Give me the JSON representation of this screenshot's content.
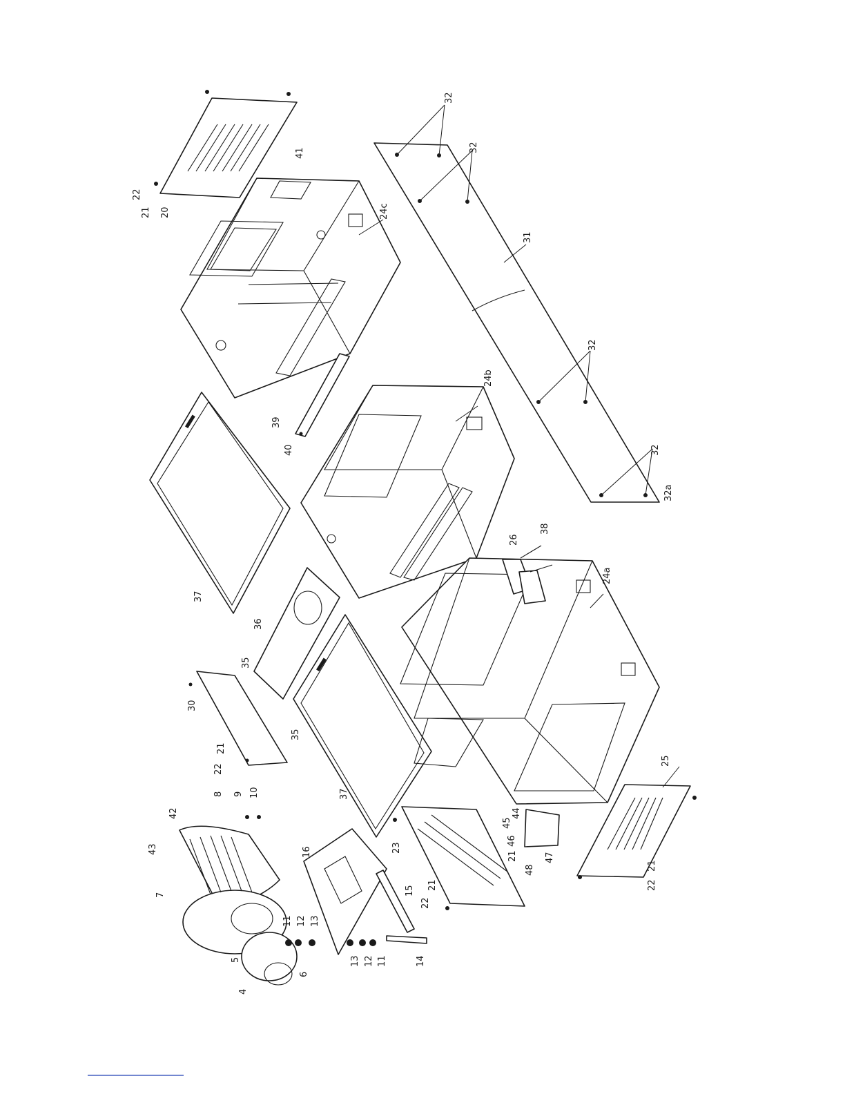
{
  "diagram": {
    "labels": [
      "20",
      "21",
      "22",
      "41",
      "24c",
      "32",
      "32",
      "31",
      "32",
      "24b",
      "39",
      "40",
      "32",
      "32a",
      "37",
      "36",
      "35",
      "35",
      "30",
      "21",
      "22",
      "38",
      "26",
      "24a",
      "37",
      "42",
      "43",
      "8",
      "9",
      "10",
      "7",
      "16",
      "5",
      "4",
      "6",
      "11",
      "12",
      "13",
      "13",
      "12",
      "11",
      "14",
      "15",
      "23",
      "21",
      "22",
      "45",
      "44",
      "46",
      "21",
      "47",
      "48",
      "25",
      "21",
      "22"
    ],
    "colors": {
      "line": "#1a1a1a",
      "background": "#ffffff",
      "footnote_rule": "#1f3fb3"
    }
  }
}
